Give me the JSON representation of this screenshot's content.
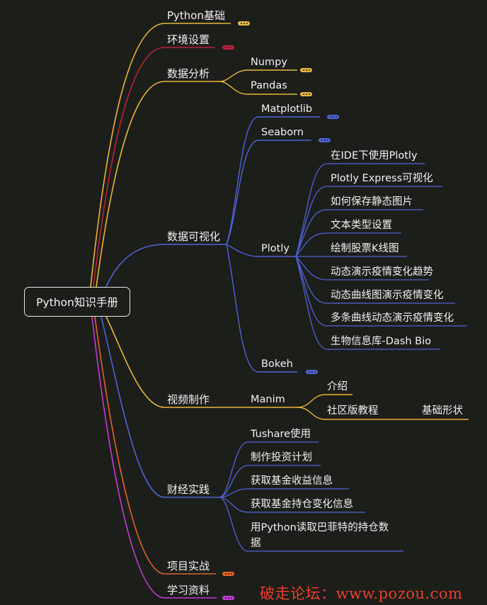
{
  "root": "Python知识手册",
  "colors": {
    "yellow": "#e8b63a",
    "red": "#c0203c",
    "blue": "#4f63d6",
    "orange": "#e0642a",
    "purple": "#c43ad6",
    "collapsed_marker": "..."
  },
  "branches": {
    "python_basics": "Python基础",
    "env_setup": "环境设置",
    "data_analysis": {
      "label": "数据分析",
      "children": [
        "Numpy",
        "Pandas"
      ]
    },
    "data_viz": {
      "label": "数据可视化",
      "matplotlib": "Matplotlib",
      "seaborn": "Seaborn",
      "plotly": {
        "label": "Plotly",
        "children": [
          "在IDE下使用Plotly",
          "Plotly Express可视化",
          "如何保存静态图片",
          "文本类型设置",
          "绘制股票K线图",
          "动态演示疫情变化趋势",
          "动态曲线图演示疫情变化",
          "多条曲线动态演示疫情变化",
          "生物信息库-Dash Bio"
        ]
      },
      "bokeh": "Bokeh"
    },
    "video": {
      "label": "视频制作",
      "manim": {
        "label": "Manim",
        "intro": "介绍",
        "community": "社区版教程",
        "basic_shapes": "基础形状"
      }
    },
    "finance": {
      "label": "财经实践",
      "children": [
        "Tushare使用",
        "制作投资计划",
        "获取基金收益信息",
        "获取基金持仓变化信息",
        "用Python读取巴菲特的持仓数",
        "据"
      ]
    },
    "projects": "项目实战",
    "resources": "学习资料"
  },
  "watermark": "破走论坛：www.pozou.com"
}
